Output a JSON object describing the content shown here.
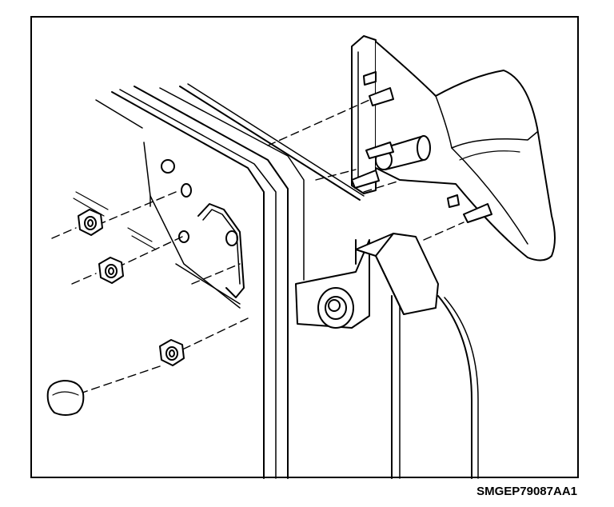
{
  "figure": {
    "caption": "SMGEP79087AA1",
    "line_color": "#000000",
    "fill_color": "#ffffff",
    "shade_color": "#d9d9d9",
    "parts": [
      {
        "name": "exterior-mirror-assembly",
        "icon": "mirror-housing-icon"
      },
      {
        "name": "door-frame",
        "icon": "door-frame-icon"
      },
      {
        "name": "mounting-nut-upper",
        "icon": "flange-nut-icon"
      },
      {
        "name": "mounting-nut-middle",
        "icon": "flange-nut-icon"
      },
      {
        "name": "mounting-nut-lower",
        "icon": "flange-nut-icon"
      },
      {
        "name": "trim-cap",
        "icon": "cap-icon"
      },
      {
        "name": "mirror-mounting-studs",
        "icon": "stud-icon"
      }
    ]
  }
}
